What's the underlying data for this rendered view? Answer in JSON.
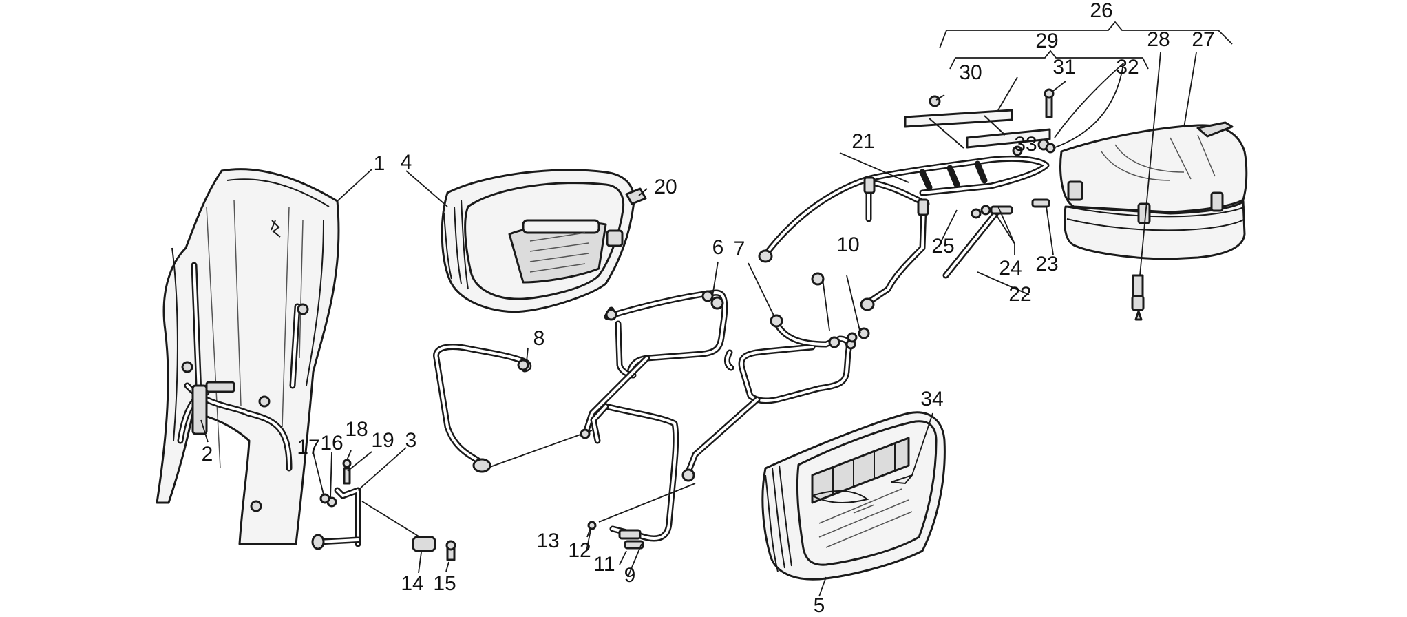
{
  "labels": {
    "l1": "1",
    "l2": "2",
    "l3": "3",
    "l4": "4",
    "l5": "5",
    "l6": "6",
    "l7": "7",
    "l8": "8",
    "l9": "9",
    "l10": "10",
    "l11": "11",
    "l12": "12",
    "l13": "13",
    "l14": "14",
    "l15": "15",
    "l16": "16",
    "l17": "17",
    "l18": "18",
    "l19": "19",
    "l20": "20",
    "l21": "21",
    "l22": "22",
    "l23": "23",
    "l24": "24",
    "l25": "25",
    "l26": "26",
    "l27": "27",
    "l28": "28",
    "l29": "29",
    "l30": "30",
    "l31": "31",
    "l32": "32",
    "l33": "33",
    "l34": "34"
  }
}
